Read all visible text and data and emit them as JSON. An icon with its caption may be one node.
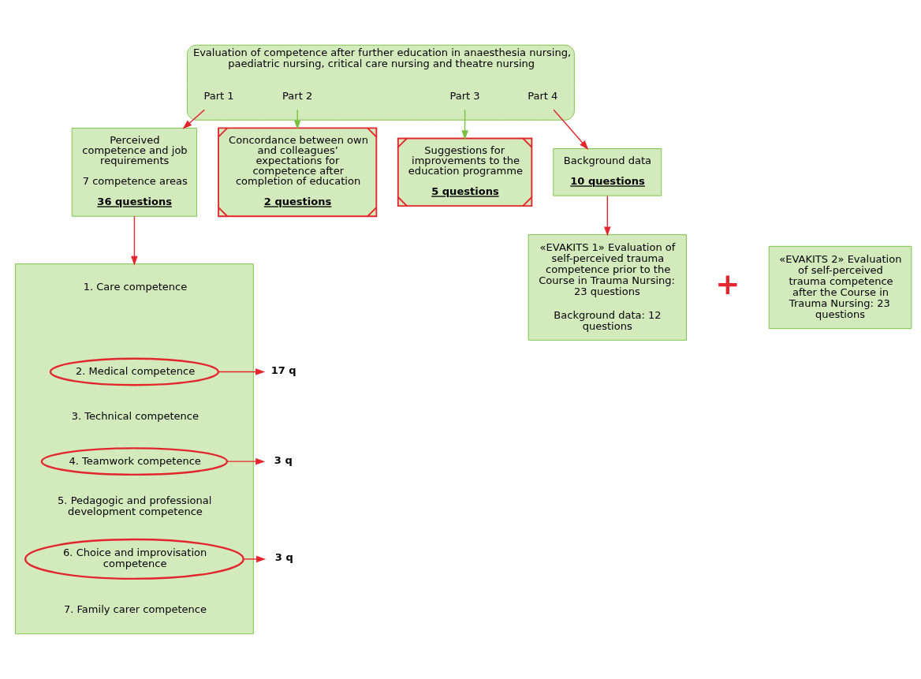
{
  "diagram": {
    "nodes": [
      {
        "text": [
          "Evaluation of competence after further education in anaesthesia nursing, paediatric nursing, critical care nursing and theatre nursing"
        ]
      },
      {
        "text": [
          "Part 1"
        ],
        "in": 0
      },
      {
        "text": [
          "Part 2"
        ],
        "in": 0
      },
      {
        "text": [
          "Part 3"
        ],
        "in": 0
      },
      {
        "text": [
          "Part 4"
        ],
        "in": 0
      },
      {
        "text": [
          "Perceived competence and job requirements",
          "7 competence areas",
          "36 questions"
        ]
      },
      {
        "text": [
          "Concordance between own and colleagues’ expectations for competence after completion of education",
          "2 questions"
        ]
      },
      {
        "text": [
          "Suggestions for improvements to the education programme",
          "5 questions"
        ]
      },
      {
        "text": [
          "Background data",
          "10 questions"
        ]
      },
      {
        "text": [],
        "shape": "box"
      },
      {
        "text": [
          "1. Care competence"
        ],
        "in": 9
      },
      {
        "text": [
          "2. Medical competence"
        ],
        "in": 9
      },
      {
        "text": [
          "3. Technical competence"
        ],
        "in": 9
      },
      {
        "text": [
          "4. Teamwork competence"
        ],
        "in": 9
      },
      {
        "text": [
          "5. Pedagogic and professional development competence"
        ],
        "in": 9
      },
      {
        "text": [
          "6. Choice and improvisation competence"
        ],
        "in": 9
      },
      {
        "text": [
          "7. Family carer competence"
        ],
        "in": 9
      },
      {
        "text": [
          "17 q"
        ]
      },
      {
        "text": [
          "3 q"
        ]
      },
      {
        "text": [
          "3 q"
        ]
      },
      {
        "text": [
          "«EVAKITS 1» Evaluation of self-perceived trauma competence prior to the Course in Trauma Nursing: 23 questions",
          "Background data: 12 questions"
        ]
      },
      {
        "text": [
          "«EVAKITS 2» Evaluation of self-perceived trauma competence after the Course in Trauma Nursing: 23 questions"
        ]
      }
    ],
    "edges": [
      {
        "from": 1,
        "to": 5,
        "arrow": "to"
      },
      {
        "from": 2,
        "to": 6,
        "arrow": "to",
        "color": "#7ac143"
      },
      {
        "from": 3,
        "to": 7,
        "arrow": "to",
        "color": "#7ac143"
      },
      {
        "from": 4,
        "to": 8,
        "arrow": "to"
      },
      {
        "from": 5,
        "to": 9,
        "arrow": "to"
      },
      {
        "from": 8,
        "to": 20,
        "arrow": "to"
      },
      {
        "from": 11,
        "to": 17,
        "arrow": "to"
      },
      {
        "from": 13,
        "to": 18,
        "arrow": "to"
      },
      {
        "from": 15,
        "to": 19,
        "arrow": "to"
      }
    ],
    "labels": [
      "+"
    ]
  }
}
